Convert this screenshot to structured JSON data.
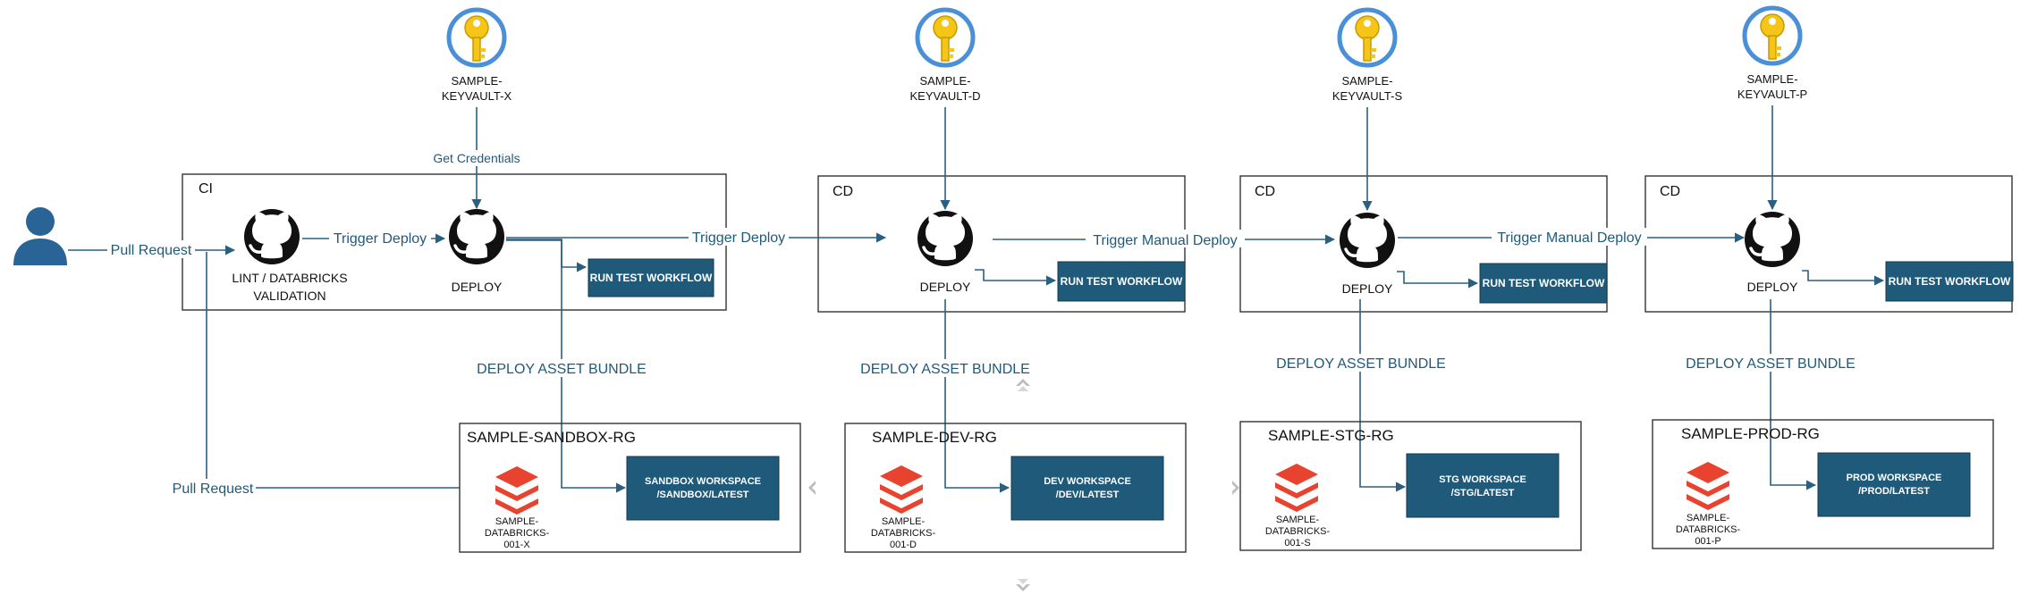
{
  "user_label": "Pull Request",
  "pull_request_return_label": "Pull Request",
  "keyvaults": [
    {
      "line1": "SAMPLE-",
      "line2": "KEYVAULT-X"
    },
    {
      "line1": "SAMPLE-",
      "line2": "KEYVAULT-D"
    },
    {
      "line1": "SAMPLE-",
      "line2": "KEYVAULT-S"
    },
    {
      "line1": "SAMPLE-",
      "line2": "KEYVAULT-P"
    }
  ],
  "get_credentials": "Get Credentials",
  "stages": [
    {
      "title": "CI",
      "deploy": "DEPLOY",
      "run_test": "RUN TEST WORKFLOW"
    },
    {
      "title": "CD",
      "deploy": "DEPLOY",
      "run_test": "RUN TEST WORKFLOW"
    },
    {
      "title": "CD",
      "deploy": "DEPLOY",
      "run_test": "RUN TEST WORKFLOW"
    },
    {
      "title": "CD",
      "deploy": "DEPLOY",
      "run_test": "RUN TEST WORKFLOW"
    }
  ],
  "lint": {
    "line1": "LINT / DATABRICKS",
    "line2": "VALIDATION"
  },
  "trigger_labels": [
    "Trigger Deploy",
    "Trigger Deploy",
    "Trigger Manual Deploy",
    "Trigger Manual Deploy"
  ],
  "deploy_asset_bundle": [
    "DEPLOY ASSET BUNDLE",
    "DEPLOY ASSET BUNDLE",
    "DEPLOY ASSET BUNDLE",
    "DEPLOY ASSET BUNDLE"
  ],
  "resource_groups": [
    {
      "name": "SAMPLE-SANDBOX-RG",
      "db1": "SAMPLE-",
      "db2": "DATABRICKS-",
      "db3": "001-X",
      "ws1": "SANDBOX WORKSPACE",
      "ws2": "/SANDBOX/LATEST"
    },
    {
      "name": "SAMPLE-DEV-RG",
      "db1": "SAMPLE-",
      "db2": "DATABRICKS-",
      "db3": "001-D",
      "ws1": "DEV WORKSPACE",
      "ws2": "/DEV/LATEST"
    },
    {
      "name": "SAMPLE-STG-RG",
      "db1": "SAMPLE-",
      "db2": "DATABRICKS-",
      "db3": "001-S",
      "ws1": "STG WORKSPACE",
      "ws2": "/STG/LATEST"
    },
    {
      "name": "SAMPLE-PROD-RG",
      "db1": "SAMPLE-",
      "db2": "DATABRICKS-",
      "db3": "001-P",
      "ws1": "PROD WORKSPACE",
      "ws2": "/PROD/LATEST"
    }
  ],
  "colors": {
    "accent": "#1f5a7a",
    "workspace_fill": "#1f5a7a",
    "line": "#2b5f80",
    "key": "#f5c518",
    "keyring": "#4a90d9",
    "databricks": "#e8432e",
    "user": "#2a6496"
  }
}
